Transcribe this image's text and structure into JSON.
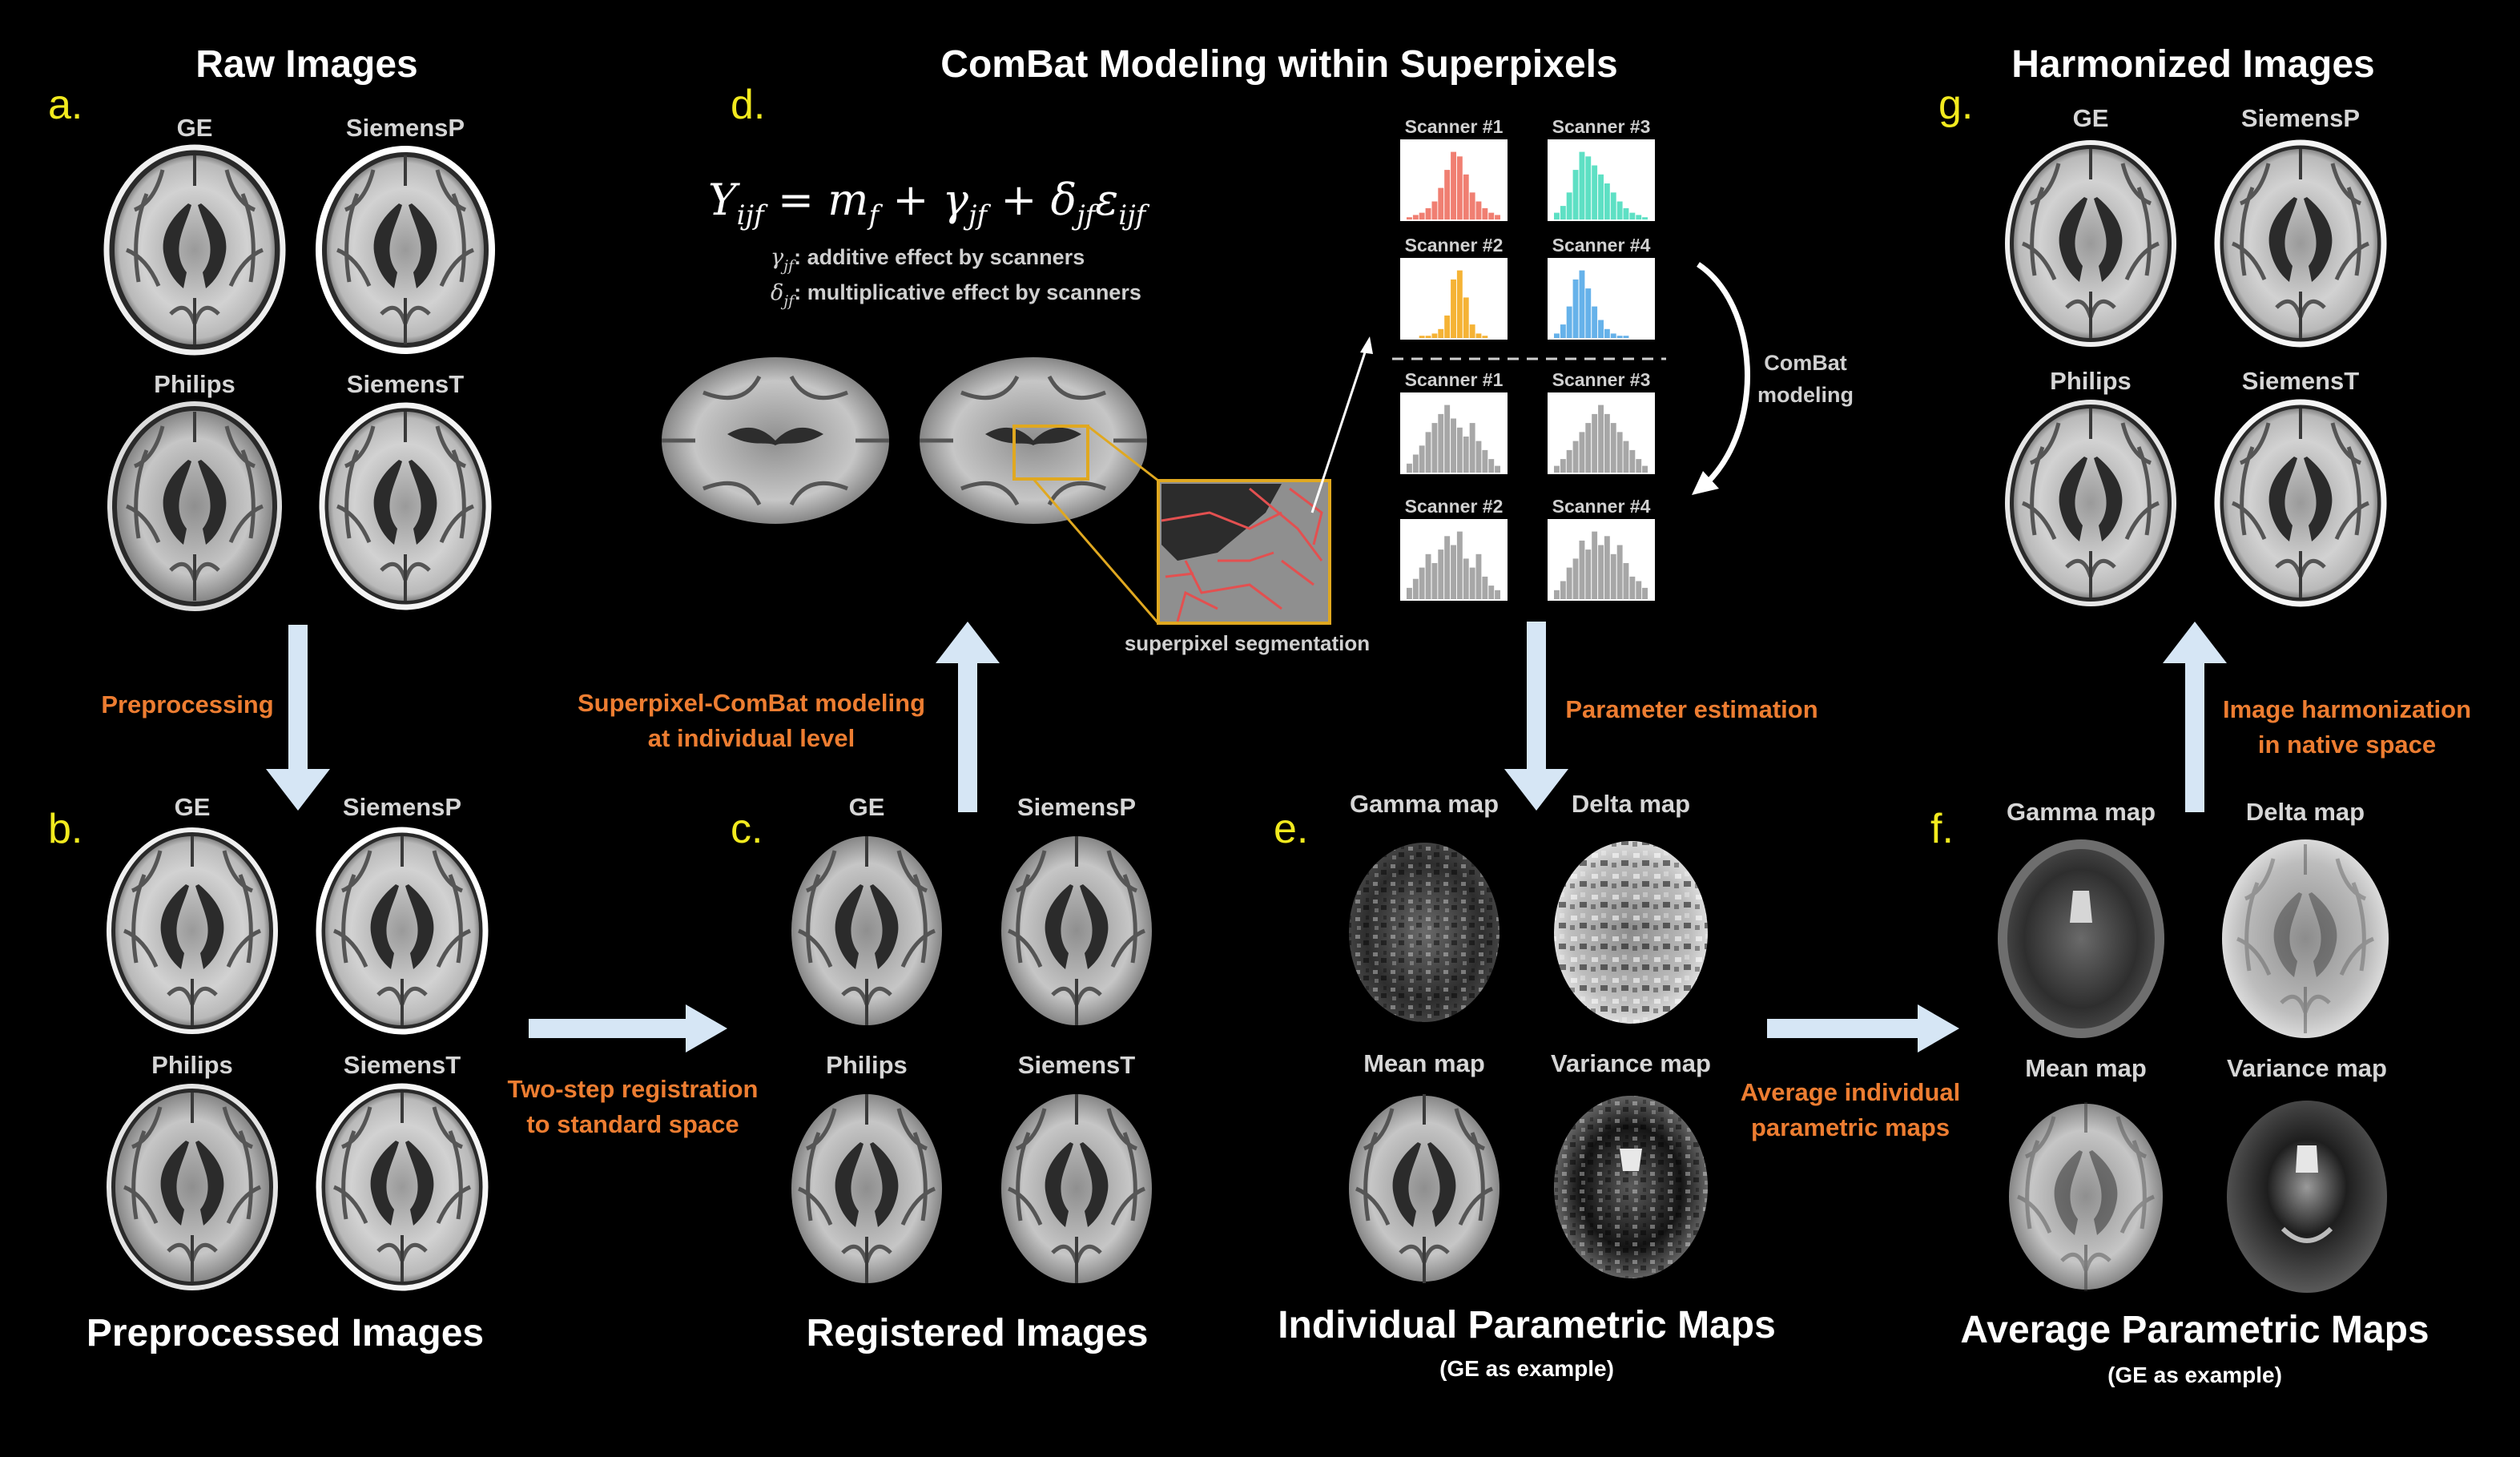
{
  "titles": {
    "raw": "Raw Images",
    "combat": "ComBat Modeling within Superpixels",
    "harmonized": "Harmonized Images",
    "preprocessed": "Preprocessed Images",
    "registered": "Registered Images",
    "individual": "Individual Parametric Maps",
    "individual_sub": "(GE as example)",
    "average": "Average Parametric Maps",
    "average_sub": "(GE as example)"
  },
  "letters": {
    "a": "a.",
    "b": "b.",
    "c": "c.",
    "d": "d.",
    "e": "e.",
    "f": "f.",
    "g": "g."
  },
  "scanners": {
    "ge": "GE",
    "siemensp": "SiemensP",
    "philips": "Philips",
    "siemenst": "SiemensT"
  },
  "maps": {
    "gamma": "Gamma map",
    "delta": "Delta map",
    "mean": "Mean map",
    "variance": "Variance map"
  },
  "steps": {
    "preprocessing": "Preprocessing",
    "superpixel_l1": "Superpixel-ComBat modeling",
    "superpixel_l2": "at individual level",
    "registration_l1": "Two-step registration",
    "registration_l2": "to standard space",
    "parameter": "Parameter estimation",
    "average_l1": "Average individual",
    "average_l2": "parametric maps",
    "harmonization_l1": "Image harmonization",
    "harmonization_l2": "in native space"
  },
  "model": {
    "equation_parts": {
      "Y": "Y",
      "Y_sub": "ijf",
      "eq": " = ",
      "m": "m",
      "m_sub": "f",
      "plus1": " + ",
      "g": "γ",
      "g_sub": "jf",
      "plus2": " + ",
      "d": "δ",
      "d_sub": "jf",
      "e": "ε",
      "e_sub": "ijf"
    },
    "gamma_symbol": "γ",
    "gamma_sub": "jf",
    "gamma_desc": ": additive effect by scanners",
    "delta_symbol": "δ",
    "delta_sub": "jf",
    "delta_desc": ": multiplicative effect by scanners",
    "segmentation_label": "superpixel segmentation",
    "combat_l1": "ComBat",
    "combat_l2": "modeling"
  },
  "histograms": {
    "labels": [
      "Scanner #1",
      "Scanner #3",
      "Scanner #2",
      "Scanner #4"
    ],
    "colors": [
      "#f07f72",
      "#5ee0c4",
      "#f5b335",
      "#66b2ea"
    ],
    "after_color": "#a7a7a7"
  },
  "colors": {
    "arrow": "#d6e6f5",
    "accent_orange": "#ed7d31",
    "letter_yellow": "#f2ea1e",
    "seg_frame": "#e0a820"
  }
}
